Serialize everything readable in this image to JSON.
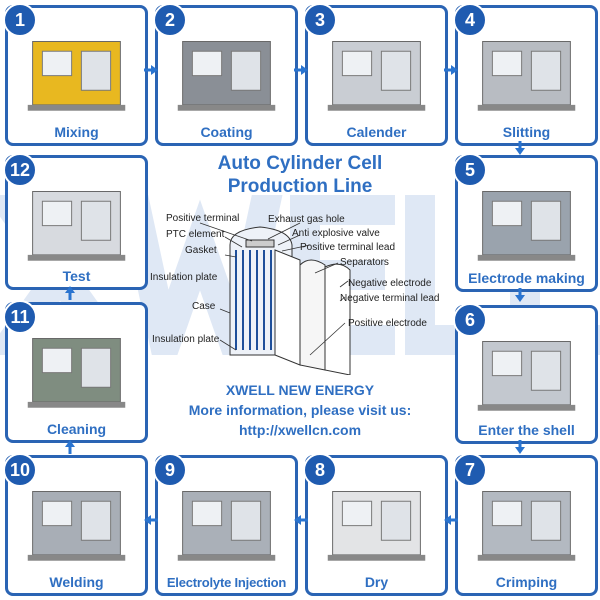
{
  "watermark": "XWELL",
  "title_line1": "Auto Cylinder Cell",
  "title_line2": "Production Line",
  "steps": [
    {
      "num": "1",
      "label": "Mixing"
    },
    {
      "num": "2",
      "label": "Coating"
    },
    {
      "num": "3",
      "label": "Calender"
    },
    {
      "num": "4",
      "label": "Slitting"
    },
    {
      "num": "5",
      "label": "Electrode making"
    },
    {
      "num": "6",
      "label": "Enter the shell"
    },
    {
      "num": "7",
      "label": "Crimping"
    },
    {
      "num": "8",
      "label": "Dry"
    },
    {
      "num": "9",
      "label": "Electrolyte Injection"
    },
    {
      "num": "10",
      "label": "Welding"
    },
    {
      "num": "11",
      "label": "Cleaning"
    },
    {
      "num": "12",
      "label": "Test"
    }
  ],
  "diagram_labels": {
    "positive_terminal": "Positive terminal",
    "exhaust": "Exhaust gas hole",
    "ptc": "PTC element",
    "anti": "Anti explosive valve",
    "gasket": "Gasket",
    "pos_lead": "Positive terminal lead",
    "separators": "Separators",
    "insulation_top": "Insulation plate",
    "neg_electrode": "Negative electrode",
    "neg_lead": "Negative terminal lead",
    "case": "Case",
    "pos_electrode": "Positive electrode",
    "insulation_bottom": "Insulation plate"
  },
  "footer": {
    "company": "XWELL NEW ENERGY",
    "info": "More information, please visit us:",
    "url": "http://xwellcn.com"
  },
  "colors": {
    "border": "#2a64b4",
    "label": "#2f6fc2",
    "badge": "#1f5bb0",
    "arrow": "#2a74d0"
  }
}
